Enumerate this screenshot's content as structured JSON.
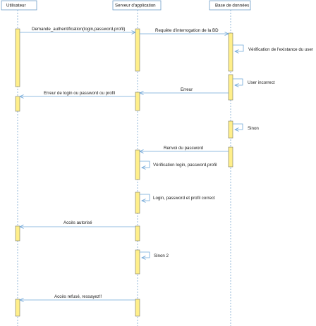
{
  "participants": [
    {
      "id": "user",
      "label": "Utilisateur"
    },
    {
      "id": "server",
      "label": "Serveur d'application"
    },
    {
      "id": "db",
      "label": "Base de données"
    }
  ],
  "messages": [
    {
      "from": "user",
      "to": "server",
      "label": "Demande_authentification(login,password,profil)"
    },
    {
      "from": "server",
      "to": "db",
      "label": "Requête d'interrogation de la BD"
    },
    {
      "from": "db",
      "to": "db",
      "label": "Vérification de l'existance du user"
    },
    {
      "from": "db",
      "to": "db",
      "label": "User incorrect"
    },
    {
      "from": "db",
      "to": "server",
      "label": "Erreur"
    },
    {
      "from": "server",
      "to": "user",
      "label": "Erreur de login ou password ou profil"
    },
    {
      "from": "db",
      "to": "db",
      "label": "Sinon"
    },
    {
      "from": "db",
      "to": "server",
      "label": "Renvoi du password"
    },
    {
      "from": "server",
      "to": "server",
      "label": "Vérification login, password,profil"
    },
    {
      "from": "server",
      "to": "server",
      "label": "Login, password et profil correct"
    },
    {
      "from": "server",
      "to": "user",
      "label": "Accès autorisé"
    },
    {
      "from": "server",
      "to": "server",
      "label": "Sinon 2"
    },
    {
      "from": "server",
      "to": "user",
      "label": "Accès refusé, ressayez!!"
    }
  ],
  "colors": {
    "lifeline": "#7aa7cf",
    "activation": "#ffef8a",
    "arrow": "#6fa6d8"
  }
}
